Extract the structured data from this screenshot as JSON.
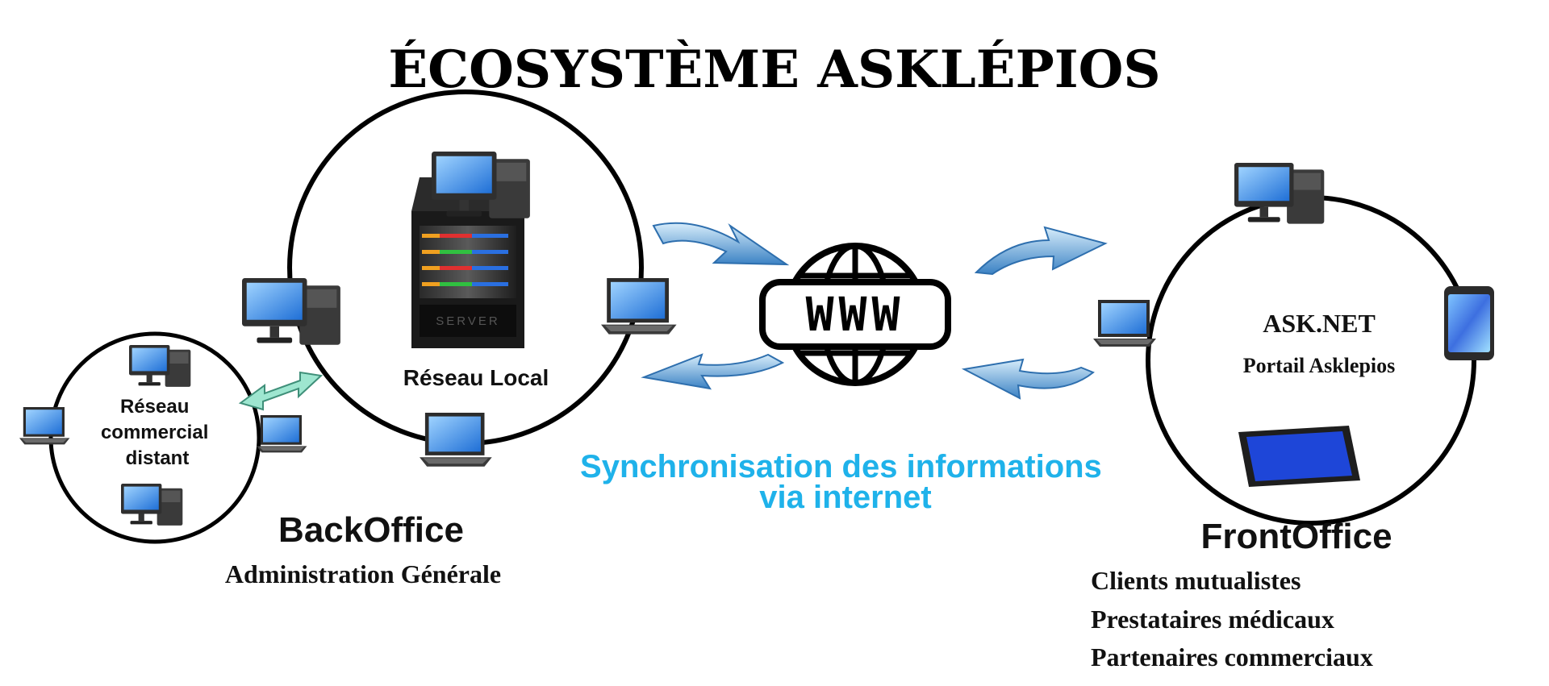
{
  "title": "ÉCOSYSTÈME ASKLÉPIOS",
  "colors": {
    "sync_text": "#1fb2ea",
    "arrow_light": "#cfe8f7",
    "arrow_dark": "#3f87c6",
    "link_arrow": "#8fe3c9"
  },
  "backoffice": {
    "local_network_label": "Réseau Local",
    "remote_network_label_lines": [
      "Réseau",
      "commercial",
      "distant"
    ],
    "heading": "BackOffice",
    "subheading": "Administration Générale",
    "server_label": "SERVER"
  },
  "internet": {
    "globe_label": "WWW",
    "sync_lines": [
      "Synchronisation des informations",
      "via internet"
    ]
  },
  "frontoffice": {
    "portal_name": "ASK.NET",
    "portal_label": "Portail Asklepios",
    "heading": "FrontOffice",
    "audiences": [
      "Clients mutualistes",
      "Prestataires médicaux",
      "Partenaires commerciaux"
    ]
  },
  "icons": [
    "desktop-computer-icon",
    "laptop-icon",
    "server-rack-icon",
    "smartphone-icon",
    "tablet-icon",
    "www-globe-icon",
    "sync-arrow-icon"
  ]
}
